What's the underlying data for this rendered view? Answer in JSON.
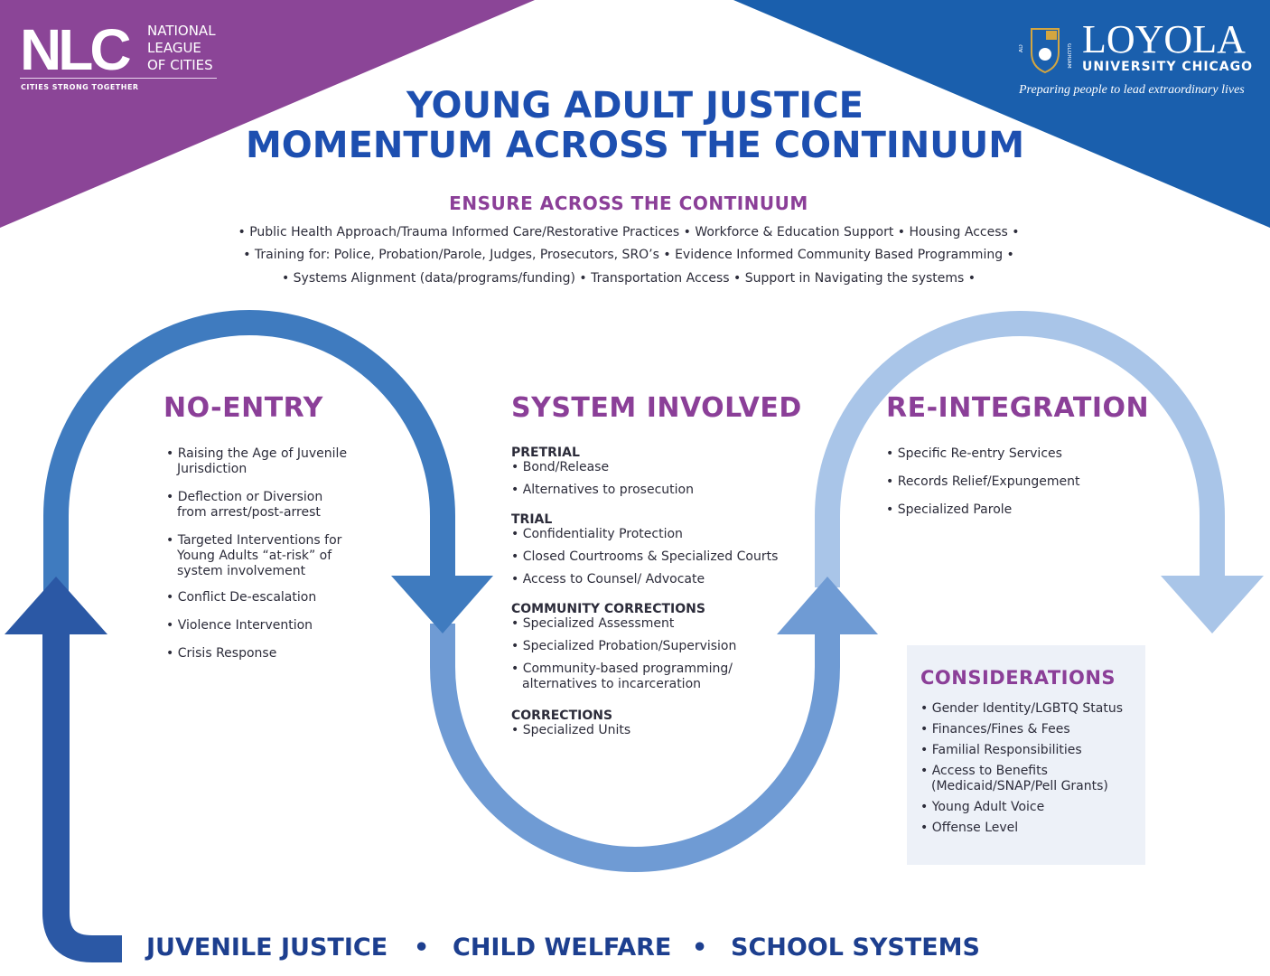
{
  "header": {
    "nlc_logo": {
      "mark": "NLC",
      "name_lines": [
        "NATIONAL",
        "LEAGUE",
        "OF CITIES"
      ],
      "tagline": "CITIES STRONG TOGETHER"
    },
    "loyola_logo": {
      "name": "LOYOLA",
      "subtitle": "UNIVERSITY CHICAGO",
      "tagline": "Preparing people to lead extraordinary lives"
    },
    "title_lines": [
      "YOUNG ADULT JUSTICE",
      "MOMENTUM ACROSS THE CONTINUUM"
    ]
  },
  "ensure": {
    "heading": "ENSURE ACROSS THE CONTINUUM",
    "lines": [
      "• Public Health Approach/Trauma Informed Care/Restorative Practices • Workforce & Education Support • Housing Access •",
      "• Training for: Police, Probation/Parole, Judges, Prosecutors, SRO’s • Evidence Informed Community Based Programming •",
      "• Systems Alignment (data/programs/funding) • Transportation Access • Support in Navigating the systems •"
    ]
  },
  "no_entry": {
    "heading": "NO-ENTRY",
    "items": [
      "Raising the Age of Juvenile Jurisdiction",
      "Deflection or Diversion from arrest/post-arrest",
      "Targeted Interventions for Young Adults “at-risk” of system involvement",
      "Conflict De-escalation",
      "Violence Intervention",
      "Crisis Response"
    ]
  },
  "system_involved": {
    "heading": "SYSTEM INVOLVED",
    "groups": [
      {
        "title": "PRETRIAL",
        "items": [
          "Bond/Release",
          "Alternatives to prosecution"
        ]
      },
      {
        "title": "TRIAL",
        "items": [
          "Confidentiality Protection",
          "Closed Courtrooms & Specialized Courts",
          "Access to Counsel/ Advocate"
        ]
      },
      {
        "title": "COMMUNITY CORRECTIONS",
        "items": [
          "Specialized Assessment",
          "Specialized Probation/Supervision",
          "Community-based programming/ alternatives to incarceration"
        ]
      },
      {
        "title": "CORRECTIONS",
        "items": [
          "Specialized Units"
        ]
      }
    ]
  },
  "re_integration": {
    "heading": "RE-INTEGRATION",
    "items": [
      "Specific Re-entry Services",
      "Records Relief/Expungement",
      "Specialized Parole"
    ]
  },
  "considerations": {
    "heading": "CONSIDERATIONS",
    "items": [
      "Gender Identity/LGBTQ Status",
      "Finances/Fines & Fees",
      "Familial Responsibilities",
      "Access to Benefits (Medicaid/SNAP/Pell Grants)",
      "Young Adult Voice",
      "Offense Level"
    ]
  },
  "foundation": {
    "items": [
      "JUVENILE JUSTICE",
      "CHILD WELFARE",
      "SCHOOL SYSTEMS"
    ],
    "separator": "•"
  },
  "colors": {
    "purple": "#8b4597",
    "loyola_blue": "#1a5fad",
    "title_blue": "#1d4fb0",
    "heading_purple": "#8b3f98",
    "arrow_dark": "#2b58a5",
    "arrow_mid": "#3f7bbf",
    "arrow_light": "#6f9bd4",
    "arrow_lightest": "#a9c5e8"
  }
}
